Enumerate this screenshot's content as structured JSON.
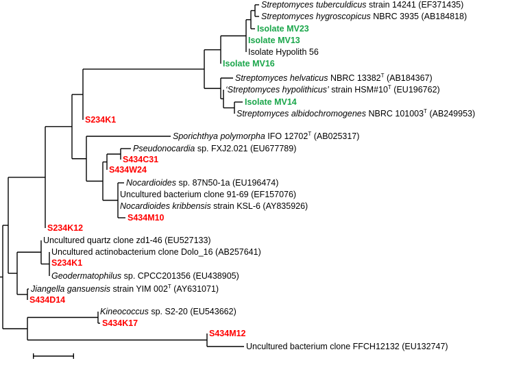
{
  "colors": {
    "branch": "#000000",
    "default_label": "#000000",
    "green_highlight": "#1aa64a",
    "red_highlight": "#ff0000"
  },
  "tree": {
    "leaves": [
      {
        "id": "l1",
        "parts": [
          {
            "t": "Streptomyces tuberculdicus",
            "i": true
          },
          {
            "t": " strain 14241 (EF371435)"
          }
        ],
        "color": "black"
      },
      {
        "id": "l2",
        "parts": [
          {
            "t": "Streptomyces hygroscopicus",
            "i": true
          },
          {
            "t": " NBRC 3935 (AB184818)"
          }
        ],
        "color": "black"
      },
      {
        "id": "l3",
        "parts": [
          {
            "t": "Isolate MV23"
          }
        ],
        "color": "green"
      },
      {
        "id": "l4",
        "parts": [
          {
            "t": "Isolate MV13"
          }
        ],
        "color": "green"
      },
      {
        "id": "l5",
        "parts": [
          {
            "t": "Isolate Hypolith 56"
          }
        ],
        "color": "black"
      },
      {
        "id": "l6",
        "parts": [
          {
            "t": "Isolate MV16"
          }
        ],
        "color": "green"
      },
      {
        "id": "l7",
        "parts": [
          {
            "t": "Streptomyces helvaticus",
            "i": true
          },
          {
            "t": " NBRC 13382"
          },
          {
            "t": "T",
            "sup": true
          },
          {
            "t": " (AB184367)"
          }
        ],
        "color": "black"
      },
      {
        "id": "l8",
        "parts": [
          {
            "t": "‘Streptomyces hypolithicus’",
            "i": true
          },
          {
            "t": " strain HSM#10"
          },
          {
            "t": "T",
            "sup": true
          },
          {
            "t": " (EU196762)"
          }
        ],
        "color": "black"
      },
      {
        "id": "l9",
        "parts": [
          {
            "t": "Isolate MV14"
          }
        ],
        "color": "green"
      },
      {
        "id": "l10",
        "parts": [
          {
            "t": "Streptomyces albidochromogenes",
            "i": true
          },
          {
            "t": " NBRC 101003"
          },
          {
            "t": "T",
            "sup": true
          },
          {
            "t": " (AB249953)"
          }
        ],
        "color": "black"
      },
      {
        "id": "l11",
        "parts": [
          {
            "t": "S234K1"
          }
        ],
        "color": "red"
      },
      {
        "id": "l12",
        "parts": [
          {
            "t": "Sporichthya polymorpha",
            "i": true
          },
          {
            "t": " IFO 12702"
          },
          {
            "t": "T",
            "sup": true
          },
          {
            "t": " (AB025317)"
          }
        ],
        "color": "black"
      },
      {
        "id": "l13",
        "parts": [
          {
            "t": "Pseudonocardia",
            "i": true
          },
          {
            "t": " sp. FXJ2.021  (EU677789)"
          }
        ],
        "color": "black"
      },
      {
        "id": "l14",
        "parts": [
          {
            "t": "S434C31"
          }
        ],
        "color": "red"
      },
      {
        "id": "l15",
        "parts": [
          {
            "t": "S434W24"
          }
        ],
        "color": "red"
      },
      {
        "id": "l16",
        "parts": [
          {
            "t": "Nocardioides",
            "i": true
          },
          {
            "t": " sp. 87N50-1a  (EU196474)"
          }
        ],
        "color": "black"
      },
      {
        "id": "l17",
        "parts": [
          {
            "t": "Uncultured bacterium clone 91-69  (EF157076)"
          }
        ],
        "color": "black"
      },
      {
        "id": "l18",
        "parts": [
          {
            "t": "Nocardioides kribbensis",
            "i": true
          },
          {
            "t": " strain KSL-6  (AY835926)"
          }
        ],
        "color": "black"
      },
      {
        "id": "l19",
        "parts": [
          {
            "t": "S434M10"
          }
        ],
        "color": "red"
      },
      {
        "id": "l20",
        "parts": [
          {
            "t": "S234K12"
          }
        ],
        "color": "red"
      },
      {
        "id": "l21",
        "parts": [
          {
            "t": "Uncultured quartz clone zd1-46  (EU527133)"
          }
        ],
        "color": "black"
      },
      {
        "id": "l22",
        "parts": [
          {
            "t": "Uncultured actinobacterium clone Dolo_16  (AB257641)"
          }
        ],
        "color": "black"
      },
      {
        "id": "l23",
        "parts": [
          {
            "t": "S234K1"
          }
        ],
        "color": "red"
      },
      {
        "id": "l24",
        "parts": [
          {
            "t": "Geodermatophilus",
            "i": true
          },
          {
            "t": "  sp. CPCC201356  (EU438905)"
          }
        ],
        "color": "black"
      },
      {
        "id": "l25",
        "parts": [
          {
            "t": "Jiangella gansuensis",
            "i": true
          },
          {
            "t": " strain YIM 002"
          },
          {
            "t": "T",
            "sup": true
          },
          {
            "t": " (AY631071)"
          }
        ],
        "color": "black"
      },
      {
        "id": "l26",
        "parts": [
          {
            "t": "S434D14"
          }
        ],
        "color": "red"
      },
      {
        "id": "l27",
        "parts": [
          {
            "t": "Kineococcus",
            "i": true
          },
          {
            "t": " sp. S2-20  (EU543662)"
          }
        ],
        "color": "black"
      },
      {
        "id": "l28",
        "parts": [
          {
            "t": "S434K17"
          }
        ],
        "color": "red"
      },
      {
        "id": "l29",
        "parts": [
          {
            "t": "S434M12"
          }
        ],
        "color": "red"
      },
      {
        "id": "l30",
        "parts": [
          {
            "t": "Uncultured bacterium clone FFCH12132  (EU132747)"
          }
        ],
        "color": "black"
      }
    ]
  }
}
